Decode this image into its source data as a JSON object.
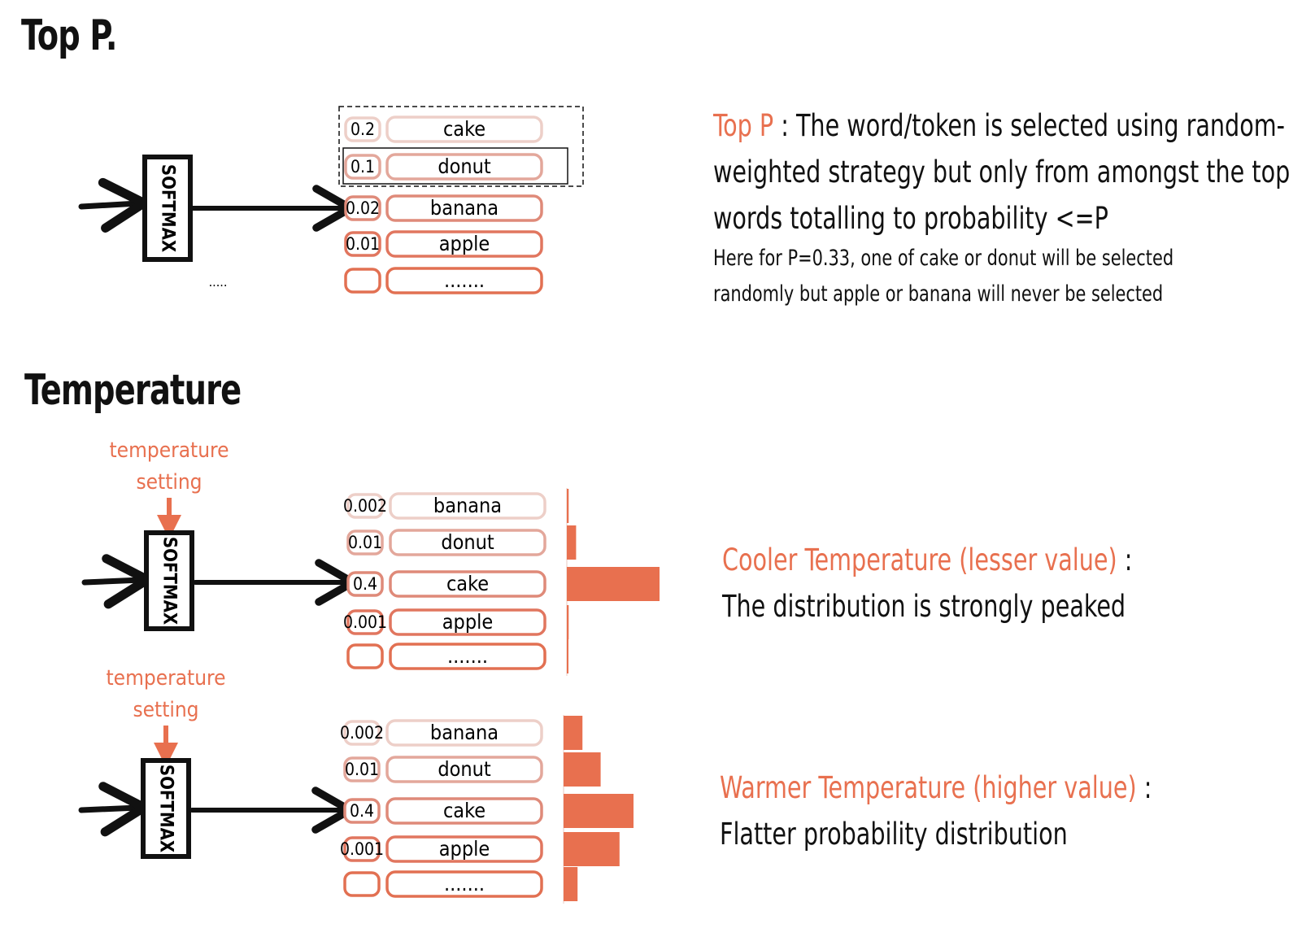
{
  "colors": {
    "accent": "#e8704f",
    "ink": "#111111"
  },
  "top_p": {
    "heading": "Top P.",
    "softmax_label": "SOFTMAX",
    "ellipsis": ".....",
    "rows": [
      {
        "prob": "0.2",
        "word": "cake"
      },
      {
        "prob": "0.1",
        "word": "donut"
      },
      {
        "prob": "0.02",
        "word": "banana"
      },
      {
        "prob": "0.01",
        "word": "apple"
      },
      {
        "prob": "",
        "word": "......."
      }
    ],
    "desc": {
      "term": "Top P",
      "line1_rest": " : The word/token is selected using random-",
      "line2": "weighted strategy but only from amongst the top",
      "line3": "words totalling to probability <=P",
      "note1": "Here for P=0.33, one of cake or donut will be selected",
      "note2": "randomly but apple or banana will never be selected"
    }
  },
  "temperature": {
    "heading": "Temperature",
    "setting_label_1": "temperature",
    "setting_label_2": "setting",
    "softmax_label": "SOFTMAX",
    "cool": {
      "rows": [
        {
          "prob": "0.002",
          "word": "banana",
          "bar": 0.02
        },
        {
          "prob": "0.01",
          "word": "donut",
          "bar": 0.1
        },
        {
          "prob": "0.4",
          "word": "cake",
          "bar": 1.0
        },
        {
          "prob": "0.001",
          "word": "apple",
          "bar": 0.02
        },
        {
          "prob": "",
          "word": ".......",
          "bar": 0.01
        }
      ],
      "title": "Cooler Temperature (lesser value)",
      "colon": " :",
      "body": "The distribution is strongly peaked"
    },
    "warm": {
      "rows": [
        {
          "prob": "0.002",
          "word": "banana",
          "bar": 0.27
        },
        {
          "prob": "0.01",
          "word": "donut",
          "bar": 0.53
        },
        {
          "prob": "0.4",
          "word": "cake",
          "bar": 1.0
        },
        {
          "prob": "0.001",
          "word": "apple",
          "bar": 0.8
        },
        {
          "prob": "",
          "word": ".......",
          "bar": 0.2
        }
      ],
      "title": "Warmer Temperature (higher value)",
      "colon": " :",
      "body": "Flatter probability distribution"
    }
  }
}
